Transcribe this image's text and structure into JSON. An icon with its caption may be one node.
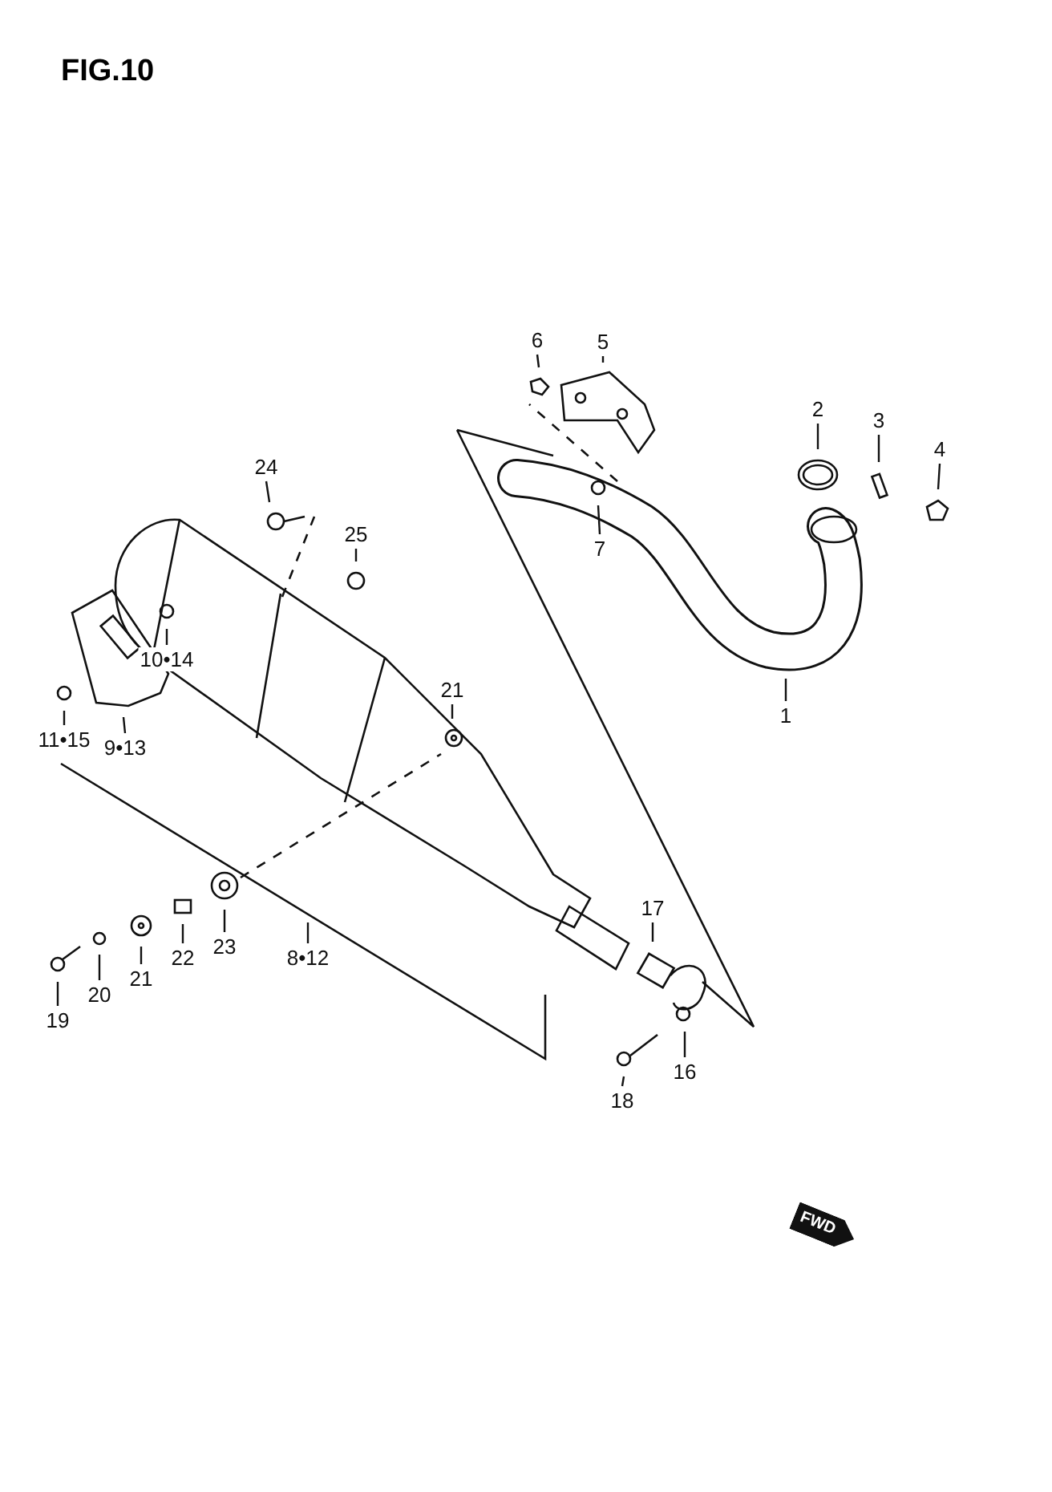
{
  "diagram": {
    "title": "FIG.10",
    "nodes": [
      {
        "text": [
          "6"
        ]
      },
      {
        "text": [
          "5"
        ]
      },
      {
        "text": [
          "2"
        ]
      },
      {
        "text": [
          "3"
        ]
      },
      {
        "text": [
          "4"
        ]
      },
      {
        "text": [
          "24"
        ]
      },
      {
        "text": [
          "25"
        ]
      },
      {
        "text": [
          "7"
        ]
      },
      {
        "text": [
          "10•14"
        ]
      },
      {
        "text": [
          "21"
        ]
      },
      {
        "text": [
          "1"
        ]
      },
      {
        "text": [
          "11•15"
        ]
      },
      {
        "text": [
          "9•13"
        ]
      },
      {
        "text": [
          "17"
        ]
      },
      {
        "text": [
          "23"
        ]
      },
      {
        "text": [
          "22"
        ]
      },
      {
        "text": [
          "8•12"
        ]
      },
      {
        "text": [
          "21"
        ]
      },
      {
        "text": [
          "20"
        ]
      },
      {
        "text": [
          "19"
        ]
      },
      {
        "text": [
          "16"
        ]
      },
      {
        "text": [
          "18"
        ]
      }
    ],
    "edges": [
      {
        "from": 0,
        "to": null,
        "arrow": "none"
      },
      {
        "from": 1,
        "to": null,
        "arrow": "none"
      },
      {
        "from": 2,
        "to": null,
        "arrow": "none"
      },
      {
        "from": 3,
        "to": null,
        "arrow": "none"
      },
      {
        "from": 4,
        "to": null,
        "arrow": "none"
      },
      {
        "from": 5,
        "to": null,
        "arrow": "none"
      },
      {
        "from": 6,
        "to": null,
        "arrow": "none"
      },
      {
        "from": 7,
        "to": null,
        "arrow": "none"
      },
      {
        "from": 8,
        "to": null,
        "arrow": "none"
      },
      {
        "from": 9,
        "to": null,
        "arrow": "none"
      },
      {
        "from": 10,
        "to": null,
        "arrow": "none"
      },
      {
        "from": 11,
        "to": null,
        "arrow": "none"
      },
      {
        "from": 12,
        "to": null,
        "arrow": "none"
      },
      {
        "from": 13,
        "to": null,
        "arrow": "none"
      },
      {
        "from": 14,
        "to": null,
        "arrow": "none"
      },
      {
        "from": 15,
        "to": null,
        "arrow": "none"
      },
      {
        "from": 16,
        "to": null,
        "arrow": "none"
      },
      {
        "from": 17,
        "to": null,
        "arrow": "none"
      },
      {
        "from": 18,
        "to": null,
        "arrow": "none"
      },
      {
        "from": 19,
        "to": null,
        "arrow": "none"
      },
      {
        "from": 20,
        "to": null,
        "arrow": "none"
      },
      {
        "from": 21,
        "to": null,
        "arrow": "none"
      }
    ],
    "labels": [
      "FWD"
    ]
  }
}
